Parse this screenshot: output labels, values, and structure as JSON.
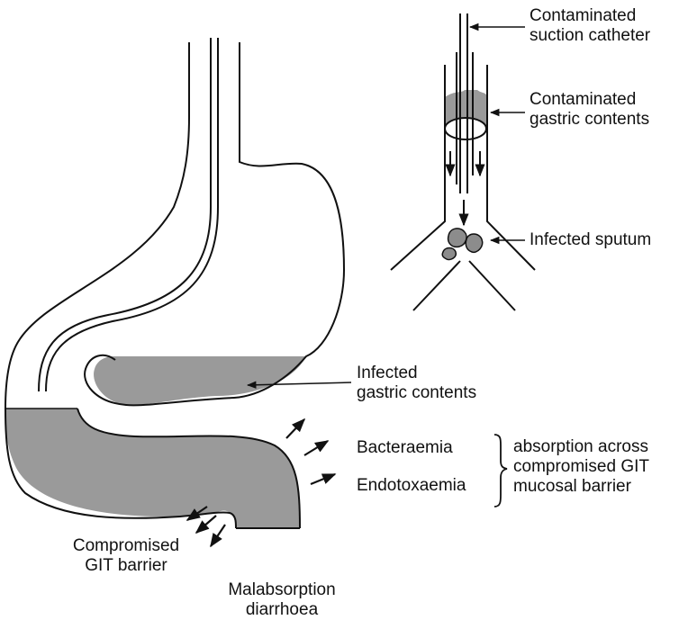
{
  "labels": {
    "contaminated_catheter": [
      "Contaminated",
      "suction catheter"
    ],
    "contaminated_gastric": [
      "Contaminated",
      "gastric contents"
    ],
    "infected_sputum": "Infected sputum",
    "infected_gastric": [
      "Infected",
      "gastric contents"
    ],
    "bacteraemia": "Bacteraemia",
    "endotoxaemia": "Endotoxaemia",
    "absorption": [
      "absorption across",
      "compromised GIT",
      "mucosal barrier"
    ],
    "compromised_barrier": [
      "Compromised",
      "GIT barrier"
    ],
    "malabsorption": [
      "Malabsorption",
      "diarrhoea"
    ]
  },
  "colors": {
    "stroke": "#111111",
    "fluid": "#9a9a9a",
    "sputum": "#8c8c8c",
    "background": "#ffffff"
  }
}
